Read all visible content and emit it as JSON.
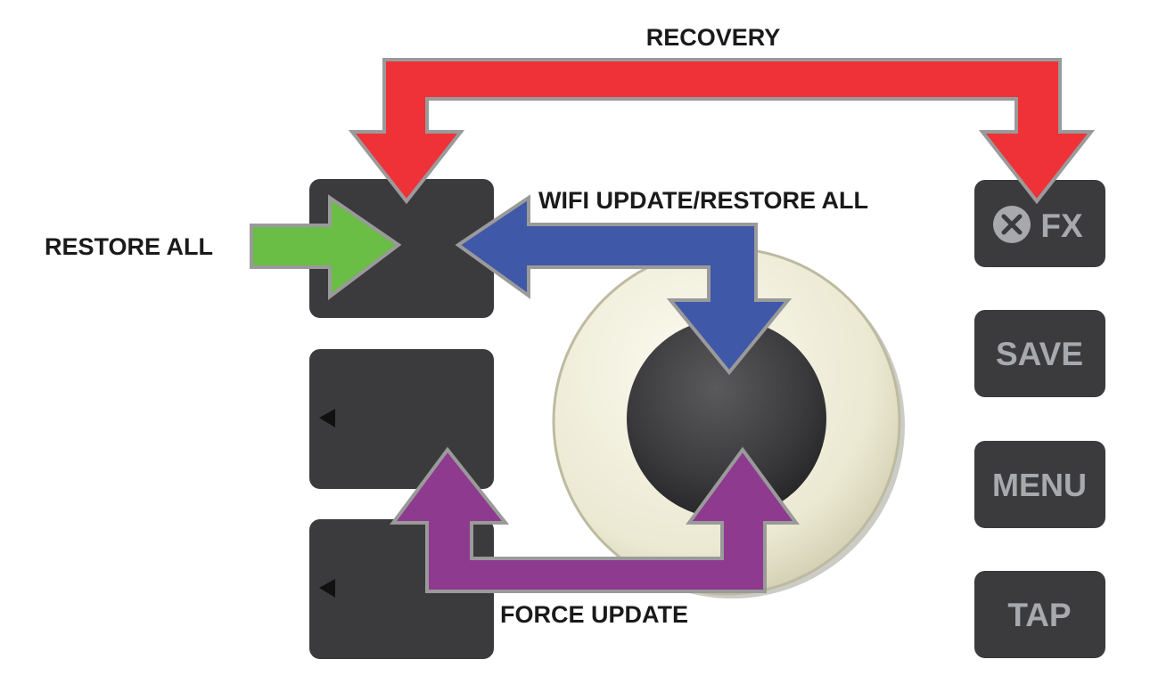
{
  "labels": {
    "recovery": "RECOVERY",
    "restore_all": "RESTORE ALL",
    "wifi_update_restore_all": "WIFI UPDATE/RESTORE ALL",
    "force_update": "FORCE UPDATE"
  },
  "buttons": {
    "fx": "FX",
    "save": "SAVE",
    "menu": "MENU",
    "tap": "TAP"
  },
  "icons": {
    "fx_icon": "x-circle-icon",
    "left_button_icon": "triangle-left-icon"
  },
  "colors": {
    "recovery_arrow": "#ee3237",
    "restore_all_arrow": "#6abd45",
    "wifi_arrow": "#3f58a8",
    "force_update_arrow": "#8e3a8e",
    "arrow_outline": "#9a9a9a",
    "button_body": "#3b3b3d",
    "button_label": "#a7a9ac",
    "knob_ring": "#efeedc",
    "knob_center": "#3f3f41"
  }
}
